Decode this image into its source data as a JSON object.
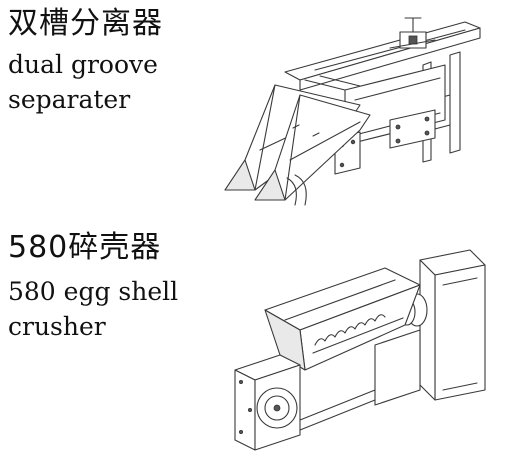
{
  "items": [
    {
      "title_zh": "双槽分离器",
      "title_en_line1": "dual groove",
      "title_en_line2": "separater",
      "illustration": "dual-groove-separator-drawing"
    },
    {
      "title_zh": "580碎壳器",
      "title_en_line1": "580 egg shell",
      "title_en_line2": "crusher",
      "illustration": "egg-shell-crusher-drawing"
    }
  ],
  "colors": {
    "text": "#111111",
    "line": "#3a3a3a",
    "background": "#ffffff"
  }
}
